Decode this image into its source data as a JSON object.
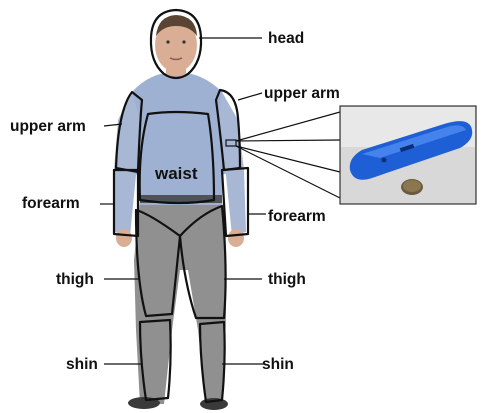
{
  "labels": {
    "head": "head",
    "upper_arm_right": "upper arm",
    "upper_arm_left": "upper arm",
    "waist": "waist",
    "forearm_left": "forearm",
    "forearm_right": "forearm",
    "thigh_left": "thigh",
    "thigh_right": "thigh",
    "shin_left": "shin",
    "shin_right": "shin"
  },
  "colors": {
    "outline": "#111111",
    "shirt": "#9fb1d2",
    "pants": "#7d7d7d",
    "skin": "#d9ae94",
    "sensor": "#1f5fd6",
    "inset_bg": "#d8d8d8",
    "coin": "#6b5b3e"
  }
}
